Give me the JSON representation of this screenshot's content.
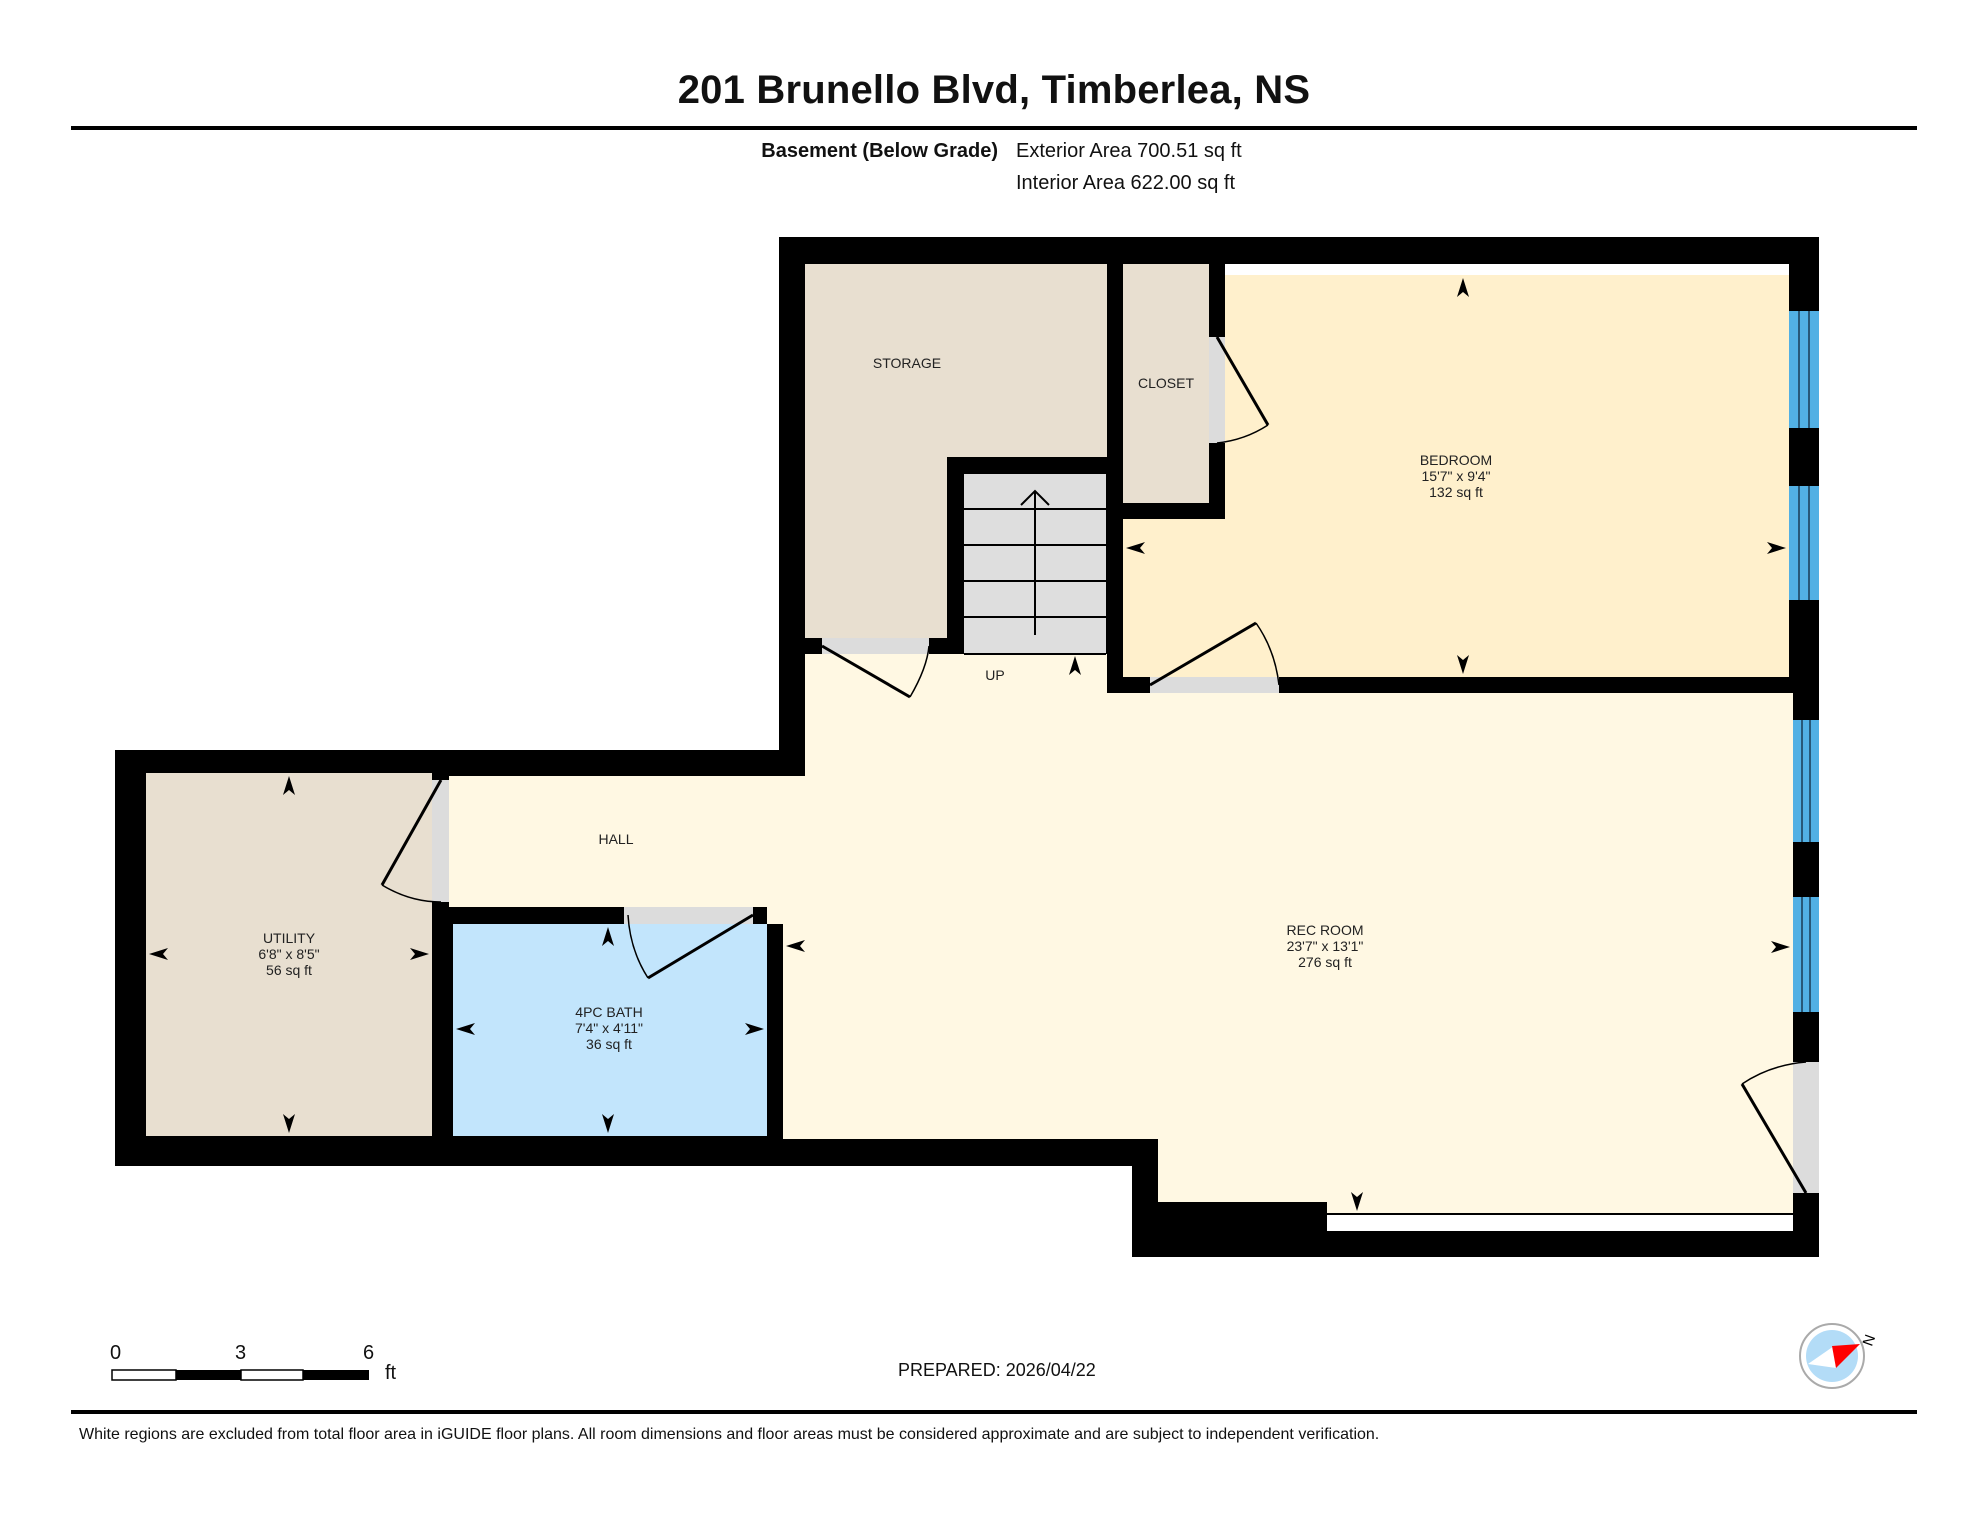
{
  "header": {
    "title": "201 Brunello Blvd, Timberlea, NS",
    "floor_label": "Basement (Below Grade)",
    "exterior_area": "Exterior Area 700.51 sq ft",
    "interior_area": "Interior Area 622.00 sq ft"
  },
  "rooms": [
    {
      "id": "storage",
      "name": "STORAGE",
      "dimensions": "",
      "area": ""
    },
    {
      "id": "closet",
      "name": "CLOSET",
      "dimensions": "",
      "area": ""
    },
    {
      "id": "bedroom",
      "name": "BEDROOM",
      "dimensions": "15'7\" x 9'4\"",
      "area": "132 sq ft"
    },
    {
      "id": "stairs",
      "name": "UP",
      "dimensions": "",
      "area": ""
    },
    {
      "id": "hall",
      "name": "HALL",
      "dimensions": "",
      "area": ""
    },
    {
      "id": "utility",
      "name": "UTILITY",
      "dimensions": "6'8\" x 8'5\"",
      "area": "56 sq ft"
    },
    {
      "id": "bath",
      "name": "4PC BATH",
      "dimensions": "7'4\" x 4'11\"",
      "area": "36 sq ft"
    },
    {
      "id": "rec_room",
      "name": "REC ROOM",
      "dimensions": "23'7\" x 13'1\"",
      "area": "276 sq ft"
    }
  ],
  "colors": {
    "wall": "#000000",
    "storage_utility_closet": "#e8dfd0",
    "bedroom": "#fff0cc",
    "hall_rec": "#fff8e3",
    "bath": "#c2e5fc",
    "stairs": "#dedede",
    "door_opening": "#dcdcdc",
    "window": "#52b0e4",
    "compass_fill": "#b3dcf7",
    "compass_needle": "#ff0000"
  },
  "scale_bar": {
    "labels": [
      "0",
      "3",
      "6"
    ],
    "unit": "ft"
  },
  "footer": {
    "prepared": "PREPARED: 2026/04/22",
    "disclaimer": "White regions are excluded from total floor area in iGUIDE floor plans. All room dimensions and floor areas must be considered approximate and are subject to independent verification."
  },
  "compass": {
    "label": "N"
  }
}
